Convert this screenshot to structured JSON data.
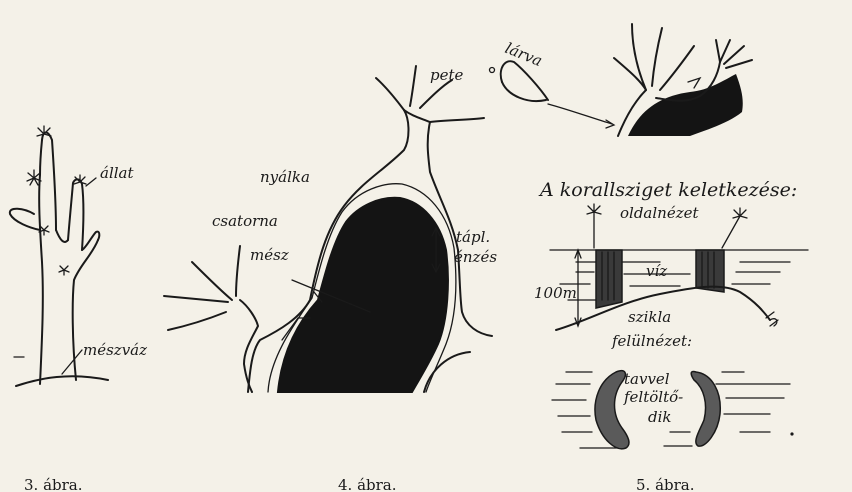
{
  "figures": [
    {
      "caption": "3. ábra.",
      "labels": {
        "animal": "állat",
        "skeleton": "mészváz"
      }
    },
    {
      "caption": "4. ábra.",
      "labels": {
        "egg": "pete",
        "larva": "lárva",
        "mucus": "nyálka",
        "channel": "csatorna",
        "lime": "mész",
        "feeding_1": "tápl.",
        "feeding_2": "énzés"
      }
    },
    {
      "caption": "5. ábra.",
      "title": "A korallsziget keletkezése:",
      "labels": {
        "side_view": "oldalnézet",
        "water": "víz",
        "depth": "100m",
        "rock": "szikla",
        "top_view": "felülnézet:",
        "lagoon_1": "tavvel",
        "lagoon_2": "feltöltő-",
        "lagoon_3": "dik"
      }
    }
  ]
}
